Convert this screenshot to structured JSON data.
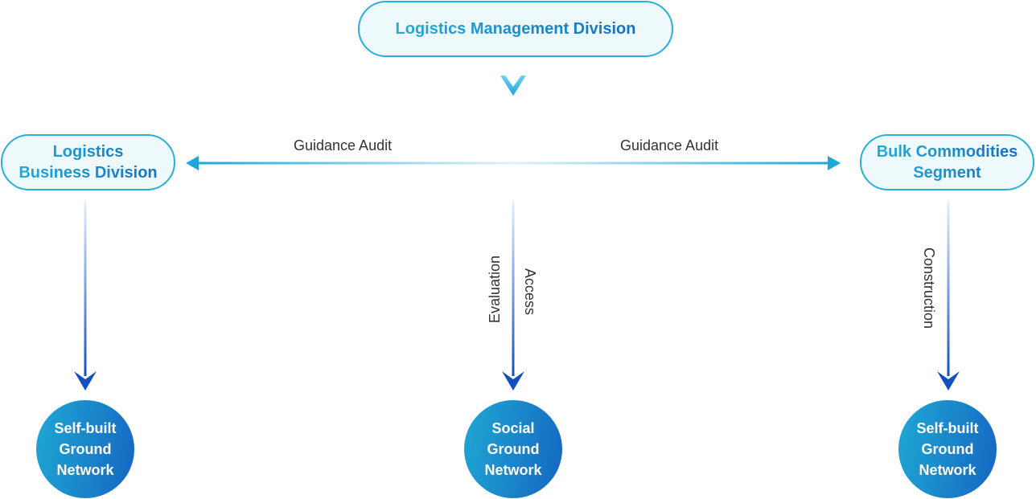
{
  "diagram": {
    "top_node": {
      "label": "Logistics Management Division"
    },
    "left_node": {
      "label": "Logistics\nBusiness Division"
    },
    "right_node": {
      "label": "Bulk Commodities\nSegment"
    },
    "edges": {
      "left_audit": "Guidance Audit",
      "right_audit": "Guidance Audit",
      "center_evaluation": "Evaluation",
      "center_access": "Access",
      "right_construction": "Construction"
    },
    "bottom_nodes": {
      "left": "Self-built\nGround\nNetwork",
      "center": "Social\nGround\nNetwork",
      "right": "Self-built\nGround\nNetwork"
    }
  }
}
